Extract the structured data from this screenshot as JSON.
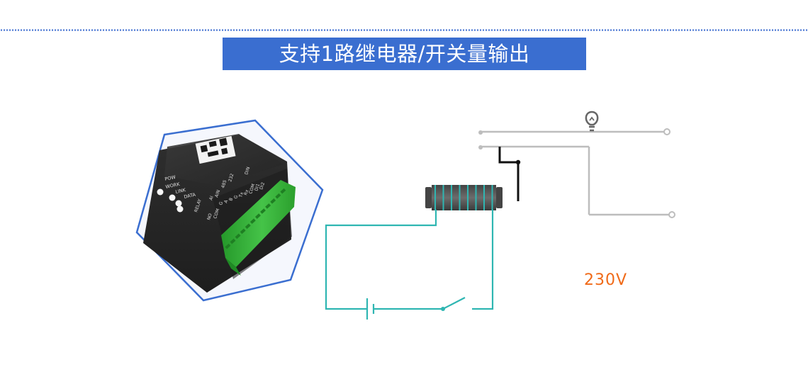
{
  "header": {
    "title": "支持1路继电器/开关量输出"
  },
  "device": {
    "leds": [
      "POW",
      "WORK",
      "LINK",
      "DATA"
    ],
    "ports": [
      "RELAY",
      "NO",
      "COM",
      "AI",
      "AIN",
      "G",
      "485",
      "A",
      "B",
      "G",
      "232",
      "Tx",
      "Rx",
      "COM",
      "DIN",
      "DI1",
      "DI2"
    ],
    "terminal_count": 12,
    "colors": {
      "outline": "#3a6ed0",
      "body": "#2b2b2b",
      "terminal": "#38b33b"
    }
  },
  "circuit": {
    "voltage_label": "230V",
    "icons": [
      "bulb-icon",
      "relay-coil-icon",
      "battery-icon",
      "switch-icon"
    ],
    "colors": {
      "control_wire": "#2fb6b2",
      "load_wire": "#bdbdbd",
      "relay_arm": "#111111",
      "voltage_text": "#f06a18"
    }
  }
}
